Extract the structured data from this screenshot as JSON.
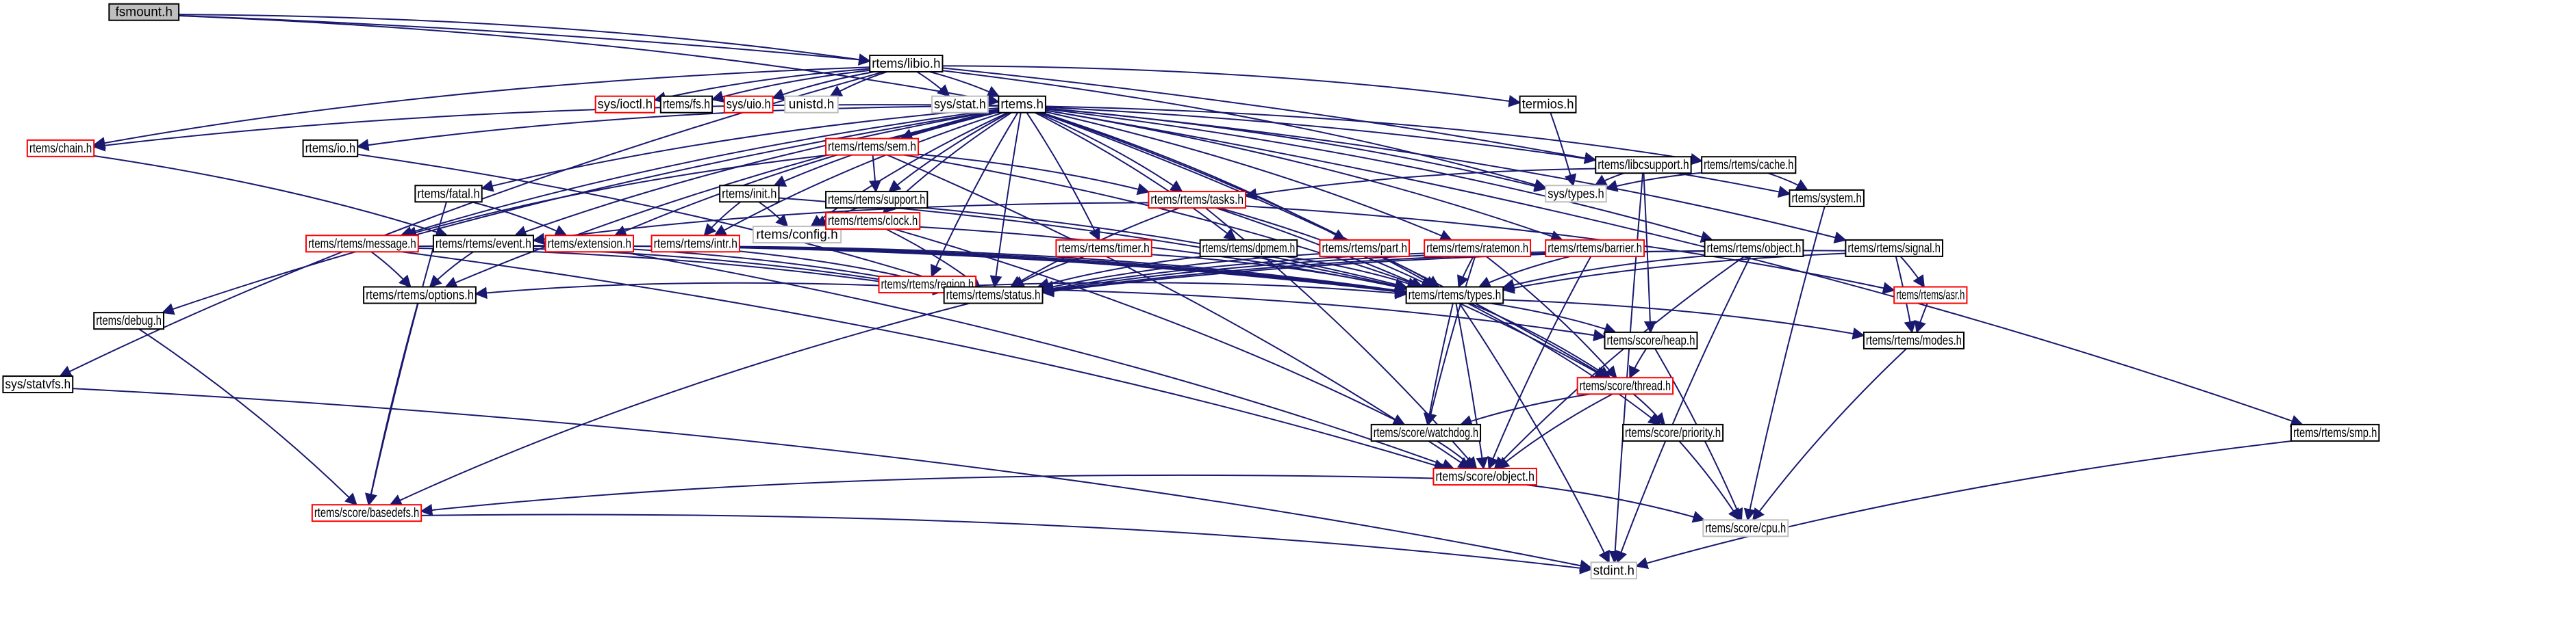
{
  "title": "fsmount.h include dependency graph",
  "colors": {
    "edge": "#191970",
    "red": "#ff0000",
    "black": "#000000",
    "gray": "#bfbfbf",
    "root_fill": "#bfbfbf"
  },
  "nodes": [
    {
      "id": "fsmount",
      "label": "fsmount.h",
      "style": "root"
    },
    {
      "id": "libio",
      "label": "rtems/libio.h",
      "style": "black"
    },
    {
      "id": "ioctl",
      "label": "sys/ioctl.h",
      "style": "red"
    },
    {
      "id": "fs",
      "label": "rtems/fs.h",
      "style": "black"
    },
    {
      "id": "uio",
      "label": "sys/uio.h",
      "style": "red"
    },
    {
      "id": "unistd",
      "label": "unistd.h",
      "style": "gray"
    },
    {
      "id": "stat",
      "label": "sys/stat.h",
      "style": "gray"
    },
    {
      "id": "rtems",
      "label": "rtems.h",
      "style": "black"
    },
    {
      "id": "termios",
      "label": "termios.h",
      "style": "black"
    },
    {
      "id": "chain",
      "label": "rtems/chain.h",
      "style": "red"
    },
    {
      "id": "io",
      "label": "rtems/io.h",
      "style": "black"
    },
    {
      "id": "sem",
      "label": "rtems/rtems/sem.h",
      "style": "red"
    },
    {
      "id": "libcsupport",
      "label": "rtems/libcsupport.h",
      "style": "black"
    },
    {
      "id": "cache",
      "label": "rtems/rtems/cache.h",
      "style": "black"
    },
    {
      "id": "fatal",
      "label": "rtems/fatal.h",
      "style": "black"
    },
    {
      "id": "init",
      "label": "rtems/init.h",
      "style": "black"
    },
    {
      "id": "support",
      "label": "rtems/rtems/support.h",
      "style": "black"
    },
    {
      "id": "tasks",
      "label": "rtems/rtems/tasks.h",
      "style": "red"
    },
    {
      "id": "systypes",
      "label": "sys/types.h",
      "style": "gray"
    },
    {
      "id": "system",
      "label": "rtems/system.h",
      "style": "black"
    },
    {
      "id": "message",
      "label": "rtems/rtems/message.h",
      "style": "red"
    },
    {
      "id": "event",
      "label": "rtems/rtems/event.h",
      "style": "black"
    },
    {
      "id": "extension",
      "label": "rtems/extension.h",
      "style": "red"
    },
    {
      "id": "intr",
      "label": "rtems/rtems/intr.h",
      "style": "red"
    },
    {
      "id": "config",
      "label": "rtems/config.h",
      "style": "gray"
    },
    {
      "id": "clock",
      "label": "rtems/rtems/clock.h",
      "style": "red"
    },
    {
      "id": "region",
      "label": "rtems/rtems/region.h",
      "style": "red"
    },
    {
      "id": "timer",
      "label": "rtems/rtems/timer.h",
      "style": "red"
    },
    {
      "id": "dpmem",
      "label": "rtems/rtems/dpmem.h",
      "style": "black"
    },
    {
      "id": "part",
      "label": "rtems/rtems/part.h",
      "style": "red"
    },
    {
      "id": "ratemon",
      "label": "rtems/rtems/ratemon.h",
      "style": "red"
    },
    {
      "id": "barrier",
      "label": "rtems/rtems/barrier.h",
      "style": "red"
    },
    {
      "id": "object",
      "label": "rtems/rtems/object.h",
      "style": "black"
    },
    {
      "id": "signal",
      "label": "rtems/rtems/signal.h",
      "style": "black"
    },
    {
      "id": "debug",
      "label": "rtems/debug.h",
      "style": "black"
    },
    {
      "id": "options",
      "label": "rtems/rtems/options.h",
      "style": "black"
    },
    {
      "id": "status",
      "label": "rtems/rtems/status.h",
      "style": "black"
    },
    {
      "id": "types",
      "label": "rtems/rtems/types.h",
      "style": "black"
    },
    {
      "id": "asr",
      "label": "rtems/rtems/asr.h",
      "style": "red"
    },
    {
      "id": "heap",
      "label": "rtems/score/heap.h",
      "style": "black"
    },
    {
      "id": "modes",
      "label": "rtems/rtems/modes.h",
      "style": "black"
    },
    {
      "id": "statvfs",
      "label": "sys/statvfs.h",
      "style": "black"
    },
    {
      "id": "thread",
      "label": "rtems/score/thread.h",
      "style": "red"
    },
    {
      "id": "watchdog",
      "label": "rtems/score/watchdog.h",
      "style": "black"
    },
    {
      "id": "priority",
      "label": "rtems/score/priority.h",
      "style": "black"
    },
    {
      "id": "smp",
      "label": "rtems/rtems/smp.h",
      "style": "black"
    },
    {
      "id": "sobject",
      "label": "rtems/score/object.h",
      "style": "red"
    },
    {
      "id": "basedefs",
      "label": "rtems/score/basedefs.h",
      "style": "red"
    },
    {
      "id": "cpu",
      "label": "rtems/score/cpu.h",
      "style": "gray"
    },
    {
      "id": "stdint",
      "label": "stdint.h",
      "style": "gray"
    }
  ],
  "edges": [
    [
      "fsmount",
      "libio"
    ],
    [
      "fsmount",
      "rtems"
    ],
    [
      "fsmount",
      "libcsupport"
    ],
    [
      "libio",
      "ioctl"
    ],
    [
      "libio",
      "fs"
    ],
    [
      "libio",
      "uio"
    ],
    [
      "libio",
      "unistd"
    ],
    [
      "libio",
      "stat"
    ],
    [
      "libio",
      "rtems"
    ],
    [
      "libio",
      "termios"
    ],
    [
      "libio",
      "systypes"
    ],
    [
      "libio",
      "statvfs"
    ],
    [
      "libio",
      "chain"
    ],
    [
      "rtems",
      "chain"
    ],
    [
      "rtems",
      "io"
    ],
    [
      "rtems",
      "sem"
    ],
    [
      "rtems",
      "cache"
    ],
    [
      "rtems",
      "fatal"
    ],
    [
      "rtems",
      "init"
    ],
    [
      "rtems",
      "support"
    ],
    [
      "rtems",
      "tasks"
    ],
    [
      "rtems",
      "systypes"
    ],
    [
      "rtems",
      "system"
    ],
    [
      "rtems",
      "message"
    ],
    [
      "rtems",
      "event"
    ],
    [
      "rtems",
      "extension"
    ],
    [
      "rtems",
      "intr"
    ],
    [
      "rtems",
      "config"
    ],
    [
      "rtems",
      "clock"
    ],
    [
      "rtems",
      "region"
    ],
    [
      "rtems",
      "timer"
    ],
    [
      "rtems",
      "dpmem"
    ],
    [
      "rtems",
      "part"
    ],
    [
      "rtems",
      "ratemon"
    ],
    [
      "rtems",
      "barrier"
    ],
    [
      "rtems",
      "object"
    ],
    [
      "rtems",
      "signal"
    ],
    [
      "rtems",
      "debug"
    ],
    [
      "rtems",
      "options"
    ],
    [
      "rtems",
      "status"
    ],
    [
      "rtems",
      "types"
    ],
    [
      "rtems",
      "smp"
    ],
    [
      "rtems",
      "thread"
    ],
    [
      "termios",
      "systypes"
    ],
    [
      "libcsupport",
      "systypes"
    ],
    [
      "libcsupport",
      "tasks"
    ],
    [
      "libcsupport",
      "heap"
    ],
    [
      "libcsupport",
      "stdint"
    ],
    [
      "cache",
      "systypes"
    ],
    [
      "cache",
      "system"
    ],
    [
      "chain",
      "event"
    ],
    [
      "io",
      "status"
    ],
    [
      "sem",
      "support"
    ],
    [
      "sem",
      "tasks"
    ],
    [
      "sem",
      "types"
    ],
    [
      "sem",
      "sobject"
    ],
    [
      "sem",
      "message"
    ],
    [
      "fatal",
      "extension"
    ],
    [
      "fatal",
      "basedefs"
    ],
    [
      "init",
      "intr"
    ],
    [
      "init",
      "config"
    ],
    [
      "init",
      "types"
    ],
    [
      "support",
      "config"
    ],
    [
      "support",
      "types"
    ],
    [
      "tasks",
      "event"
    ],
    [
      "tasks",
      "status"
    ],
    [
      "tasks",
      "types"
    ],
    [
      "tasks",
      "asr"
    ],
    [
      "tasks",
      "sobject"
    ],
    [
      "tasks",
      "thread"
    ],
    [
      "system",
      "cpu"
    ],
    [
      "message",
      "options"
    ],
    [
      "message",
      "status"
    ],
    [
      "message",
      "types"
    ],
    [
      "message",
      "sobject"
    ],
    [
      "event",
      "options"
    ],
    [
      "event",
      "status"
    ],
    [
      "event",
      "types"
    ],
    [
      "extension",
      "status"
    ],
    [
      "extension",
      "types"
    ],
    [
      "extension",
      "sobject"
    ],
    [
      "intr",
      "status"
    ],
    [
      "intr",
      "types"
    ],
    [
      "clock",
      "config"
    ],
    [
      "clock",
      "status"
    ],
    [
      "clock",
      "types"
    ],
    [
      "clock",
      "watchdog"
    ],
    [
      "region",
      "options"
    ],
    [
      "region",
      "status"
    ],
    [
      "region",
      "types"
    ],
    [
      "region",
      "heap"
    ],
    [
      "timer",
      "status"
    ],
    [
      "timer",
      "types"
    ],
    [
      "dpmem",
      "status"
    ],
    [
      "dpmem",
      "types"
    ],
    [
      "part",
      "status"
    ],
    [
      "part",
      "types"
    ],
    [
      "ratemon",
      "status"
    ],
    [
      "ratemon",
      "types"
    ],
    [
      "ratemon",
      "watchdog"
    ],
    [
      "ratemon",
      "thread"
    ],
    [
      "barrier",
      "status"
    ],
    [
      "barrier",
      "types"
    ],
    [
      "barrier",
      "sobject"
    ],
    [
      "object",
      "status"
    ],
    [
      "object",
      "types"
    ],
    [
      "object",
      "sobject"
    ],
    [
      "object",
      "stdint"
    ],
    [
      "signal",
      "status"
    ],
    [
      "signal",
      "types"
    ],
    [
      "signal",
      "asr"
    ],
    [
      "signal",
      "modes"
    ],
    [
      "asr",
      "modes"
    ],
    [
      "debug",
      "basedefs"
    ],
    [
      "options",
      "basedefs"
    ],
    [
      "status",
      "basedefs"
    ],
    [
      "types",
      "heap"
    ],
    [
      "types",
      "modes"
    ],
    [
      "types",
      "thread"
    ],
    [
      "types",
      "watchdog"
    ],
    [
      "types",
      "priority"
    ],
    [
      "types",
      "sobject"
    ],
    [
      "types",
      "stdint"
    ],
    [
      "heap",
      "thread"
    ],
    [
      "heap",
      "cpu"
    ],
    [
      "modes",
      "cpu"
    ],
    [
      "statvfs",
      "stdint"
    ],
    [
      "thread",
      "watchdog"
    ],
    [
      "thread",
      "priority"
    ],
    [
      "thread",
      "sobject"
    ],
    [
      "watchdog",
      "sobject"
    ],
    [
      "priority",
      "cpu"
    ],
    [
      "smp",
      "stdint"
    ],
    [
      "sobject",
      "basedefs"
    ],
    [
      "sobject",
      "cpu"
    ],
    [
      "basedefs",
      "stdint"
    ]
  ]
}
